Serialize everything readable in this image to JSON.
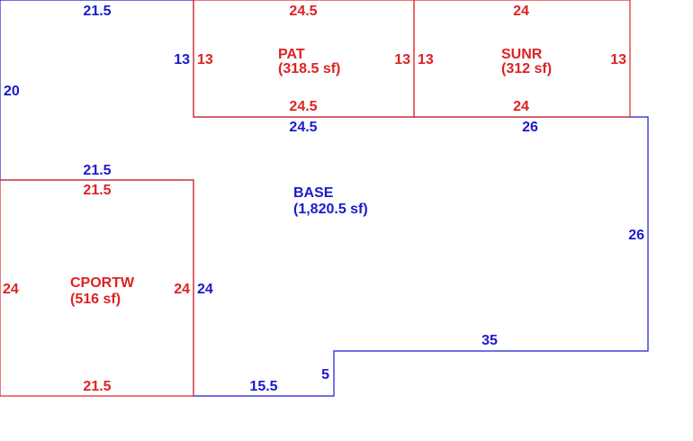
{
  "colors": {
    "base": "#1a1acc",
    "addition": "#dd2222",
    "background": "#ffffff"
  },
  "areas": {
    "base": {
      "name": "BASE",
      "area": "(1,820.5 sf)"
    },
    "pat": {
      "name": "PAT",
      "area": "(318.5 sf)"
    },
    "sunr": {
      "name": "SUNR",
      "area": "(312 sf)"
    },
    "cportw": {
      "name": "CPORTW",
      "area": "(516 sf)"
    }
  },
  "dimensions": {
    "base": {
      "top_left": "21.5",
      "left": "20",
      "step_left": "13",
      "pat_bottom": "24.5",
      "sunr_bottom": "26",
      "right": "26",
      "step_bottom": "35",
      "step_right": "5",
      "bottom": "15.5",
      "cport_right": "24",
      "cport_top": "21.5"
    },
    "pat": {
      "top": "24.5",
      "left": "13",
      "right": "13",
      "bottom": "24.5"
    },
    "sunr": {
      "top": "24",
      "left": "13",
      "right": "13",
      "bottom": "24"
    },
    "cportw": {
      "top": "21.5",
      "left": "24",
      "right": "24",
      "bottom": "21.5"
    }
  }
}
